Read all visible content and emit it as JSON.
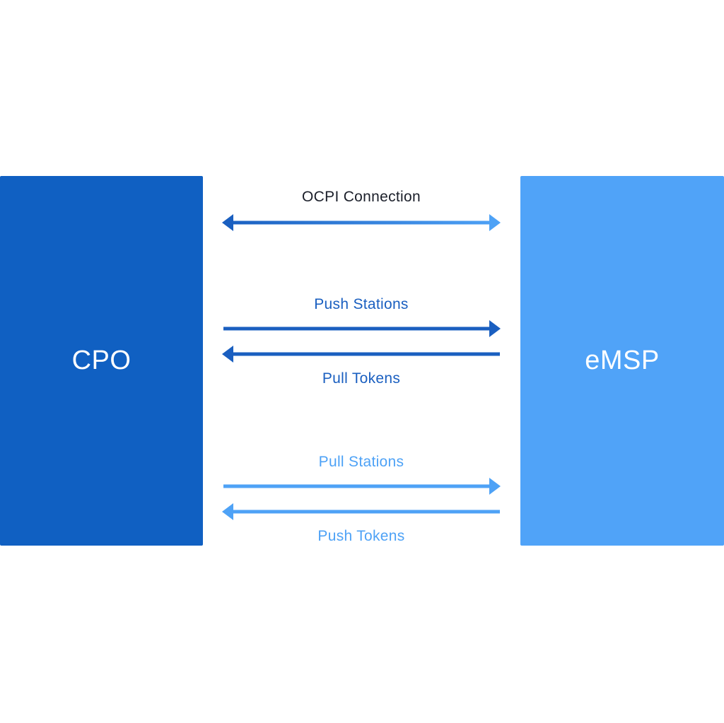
{
  "nodes": {
    "cpo": {
      "label": "CPO",
      "color": "#1060c2"
    },
    "emsp": {
      "label": "eMSP",
      "color": "#50a3f8"
    }
  },
  "connection": {
    "label": "OCPI Connection",
    "direction": "bidirectional"
  },
  "flows": [
    {
      "label": "Push Stations",
      "direction": "CPO-to-eMSP",
      "color": "#1a5fc0"
    },
    {
      "label": "Pull Tokens",
      "direction": "eMSP-to-CPO",
      "color": "#1a5fc0"
    },
    {
      "label": "Pull Stations",
      "direction": "CPO-to-eMSP",
      "color": "#4ea2f6"
    },
    {
      "label": "Push Tokens",
      "direction": "eMSP-to-CPO",
      "color": "#4ea2f6"
    }
  ]
}
